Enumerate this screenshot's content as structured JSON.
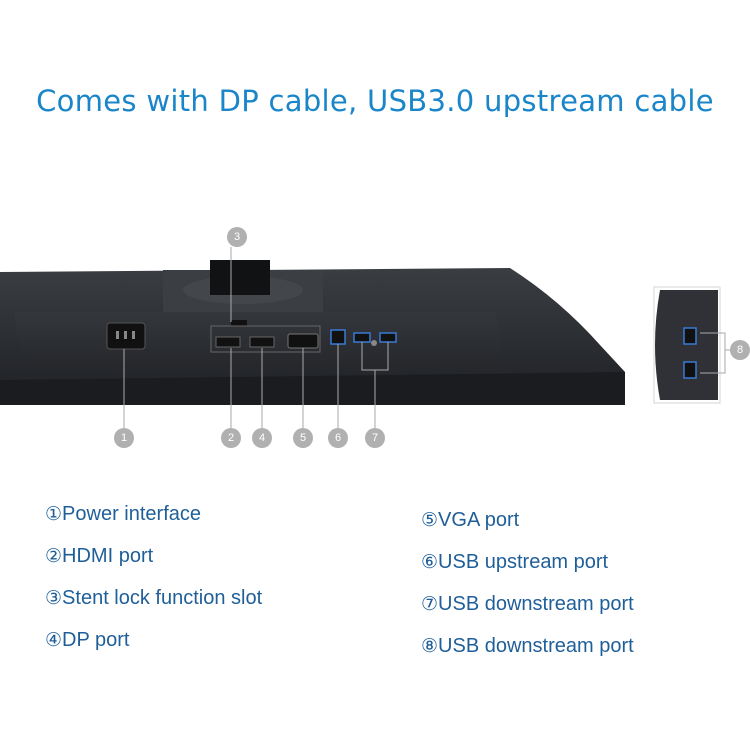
{
  "headline": "Comes with DP cable, USB3.0 upstream cable",
  "callouts": [
    "1",
    "2",
    "3",
    "4",
    "5",
    "6",
    "7",
    "8"
  ],
  "legend": [
    {
      "marker": "①",
      "label": "Power interface"
    },
    {
      "marker": "②",
      "label": "HDMI port"
    },
    {
      "marker": "③",
      "label": "Stent lock function slot"
    },
    {
      "marker": "④",
      "label": "DP port"
    },
    {
      "marker": "⑤",
      "label": "VGA port"
    },
    {
      "marker": "⑥",
      "label": "USB upstream port"
    },
    {
      "marker": "⑦",
      "label": "USB downstream port"
    },
    {
      "marker": "⑧",
      "label": "USB downstream port"
    }
  ],
  "colors": {
    "headline": "#1a86c9",
    "legend": "#1f5f99",
    "monitor": "#2a2c30"
  }
}
